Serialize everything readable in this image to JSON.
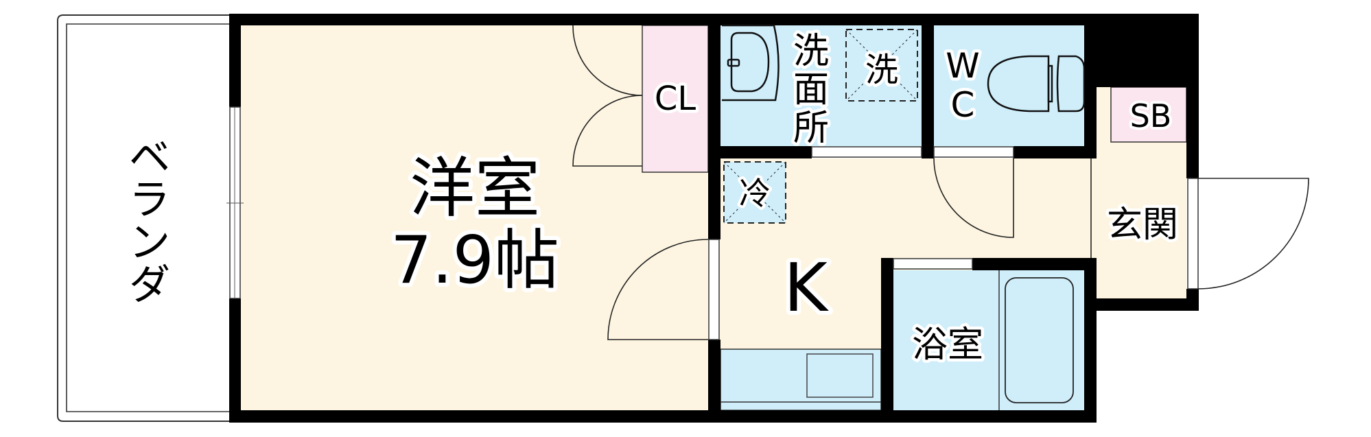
{
  "title": "1K floor plan",
  "colors": {
    "wall": "#000000",
    "floor": "#FDF5E1",
    "wet_area": "#CFEEFA",
    "storage": "#FBE5EE",
    "background": "#FFFFFF"
  },
  "rooms": {
    "veranda": {
      "label": "ベランダ",
      "chars": [
        "ベ",
        "ラ",
        "ン",
        "ダ"
      ]
    },
    "western_room": {
      "label": "洋室",
      "size": "7.9帖"
    },
    "closet": {
      "label": "CL"
    },
    "washroom": {
      "label": "洗面所",
      "chars": [
        "洗",
        "面",
        "所"
      ]
    },
    "laundry": {
      "label": "洗"
    },
    "toilet": {
      "label": "WC",
      "chars": [
        "W",
        "C"
      ]
    },
    "shoe_box": {
      "label": "SB"
    },
    "fridge": {
      "label": "冷"
    },
    "kitchen": {
      "label": "K"
    },
    "entrance": {
      "label": "玄関"
    },
    "bathroom": {
      "label": "浴室"
    }
  }
}
